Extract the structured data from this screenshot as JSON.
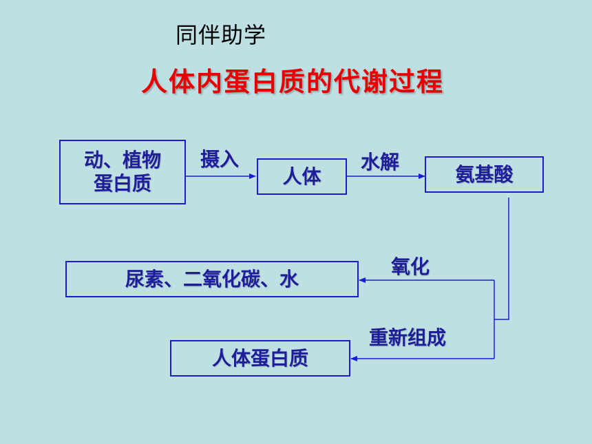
{
  "header": {
    "subtitle": "同伴助学",
    "title": "人体内蛋白质的代谢过程"
  },
  "diagram": {
    "nodes": {
      "plant_animal_protein": [
        "动、植物",
        "蛋白质"
      ],
      "human_body": "人体",
      "amino_acid": "氨基酸",
      "urea_co2_water": "尿素、二氧化碳、水",
      "human_protein": "人体蛋白质"
    },
    "edges": {
      "ingest": "摄入",
      "hydrolysis": "水解",
      "oxidation": "氧化",
      "recombine": "重新组成"
    }
  },
  "colors": {
    "background": "#bfe0e3",
    "title": "#e60000",
    "box_border": "#1a1ad6",
    "node_text": "#1e1e9a"
  }
}
